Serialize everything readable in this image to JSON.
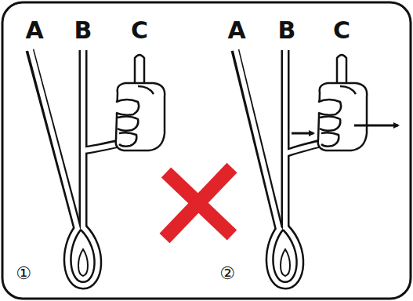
{
  "diagram": {
    "labels": [
      "A",
      "B",
      "C",
      "A",
      "B",
      "C",
      "①",
      "②"
    ]
  }
}
